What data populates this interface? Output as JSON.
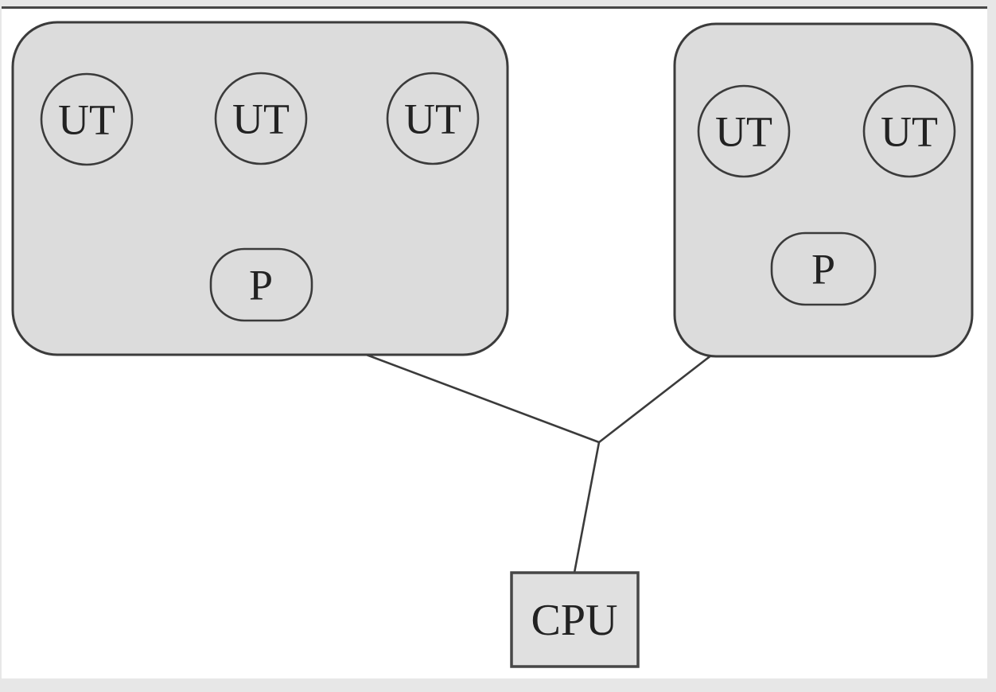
{
  "figure": {
    "type": "network-topology-diagram",
    "colors": {
      "page_background": "#e7e7e7",
      "panel_background": "#ffffff",
      "cluster_fill": "#dcdcdc",
      "node_fill": "#dcdcdc",
      "cpu_fill": "#e0e0e0",
      "stroke": "#3b3b3b",
      "text": "#222222"
    },
    "clusters": [
      {
        "name": "left-cluster",
        "ut_nodes": [
          {
            "label": "UT"
          },
          {
            "label": "UT"
          },
          {
            "label": "UT"
          }
        ],
        "hub": {
          "label": "P"
        }
      },
      {
        "name": "right-cluster",
        "ut_nodes": [
          {
            "label": "UT"
          },
          {
            "label": "UT"
          }
        ],
        "hub": {
          "label": "P"
        }
      }
    ],
    "cpu": {
      "label": "CPU"
    }
  }
}
